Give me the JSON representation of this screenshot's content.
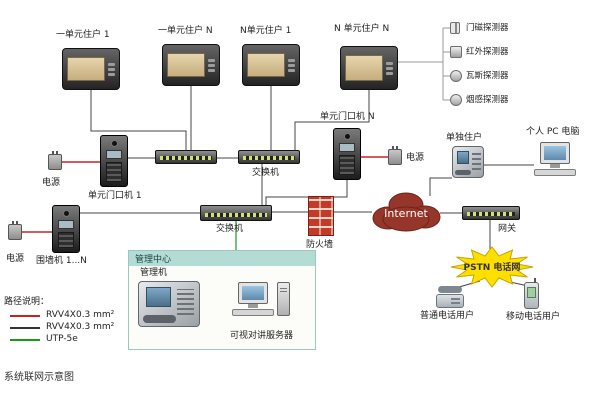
{
  "title": "系统联网示意图",
  "legend": {
    "title": "路径说明：",
    "items": [
      {
        "label": "RVV4X0.3 mm²",
        "color": "#cc2222"
      },
      {
        "label": "RVV4X0.3 mm²",
        "color": "#333333"
      },
      {
        "label": "UTP-5e",
        "color": "#18991b"
      }
    ]
  },
  "colors": {
    "internet_cloud": "#96362a",
    "pstn_burst": "#ffdf00",
    "firewall": "#c23a28",
    "mgmt_header": "#b2dcd4",
    "power_wire": "#cc2222",
    "lan_wire": "#18991b",
    "signal_wire": "#444444"
  },
  "nodes": {
    "resident_1_1": "一单元住户 1",
    "resident_1_n": "一单元住户 N",
    "resident_n_1": "N单元住户 1",
    "resident_n_n": "N 单元住户 N",
    "sensor_door": "门磁探测器",
    "sensor_ir": "红外探测器",
    "sensor_gas": "瓦斯探测器",
    "sensor_smoke": "烟感探测器",
    "door_station_1": "单元门口机 1",
    "door_station_n": "单元门口机 N",
    "power_left": "电源",
    "power_right": "电源",
    "power_wall": "电源",
    "switch_b": "交换机",
    "switch_main": "交换机",
    "wall_station": "围墙机 1...N",
    "firewall": "防火墙",
    "internet": "Internet",
    "gateway": "网关",
    "single_resident": "单独住户",
    "personal_pc": "个人 PC 电脑",
    "pstn": "PSTN 电话网",
    "phone_user": "普通电话用户",
    "mobile_user": "移动电话用户",
    "mgmt_center": "管理中心",
    "mgmt_machine": "管理机",
    "intercom_server": "可视对讲服务器"
  }
}
